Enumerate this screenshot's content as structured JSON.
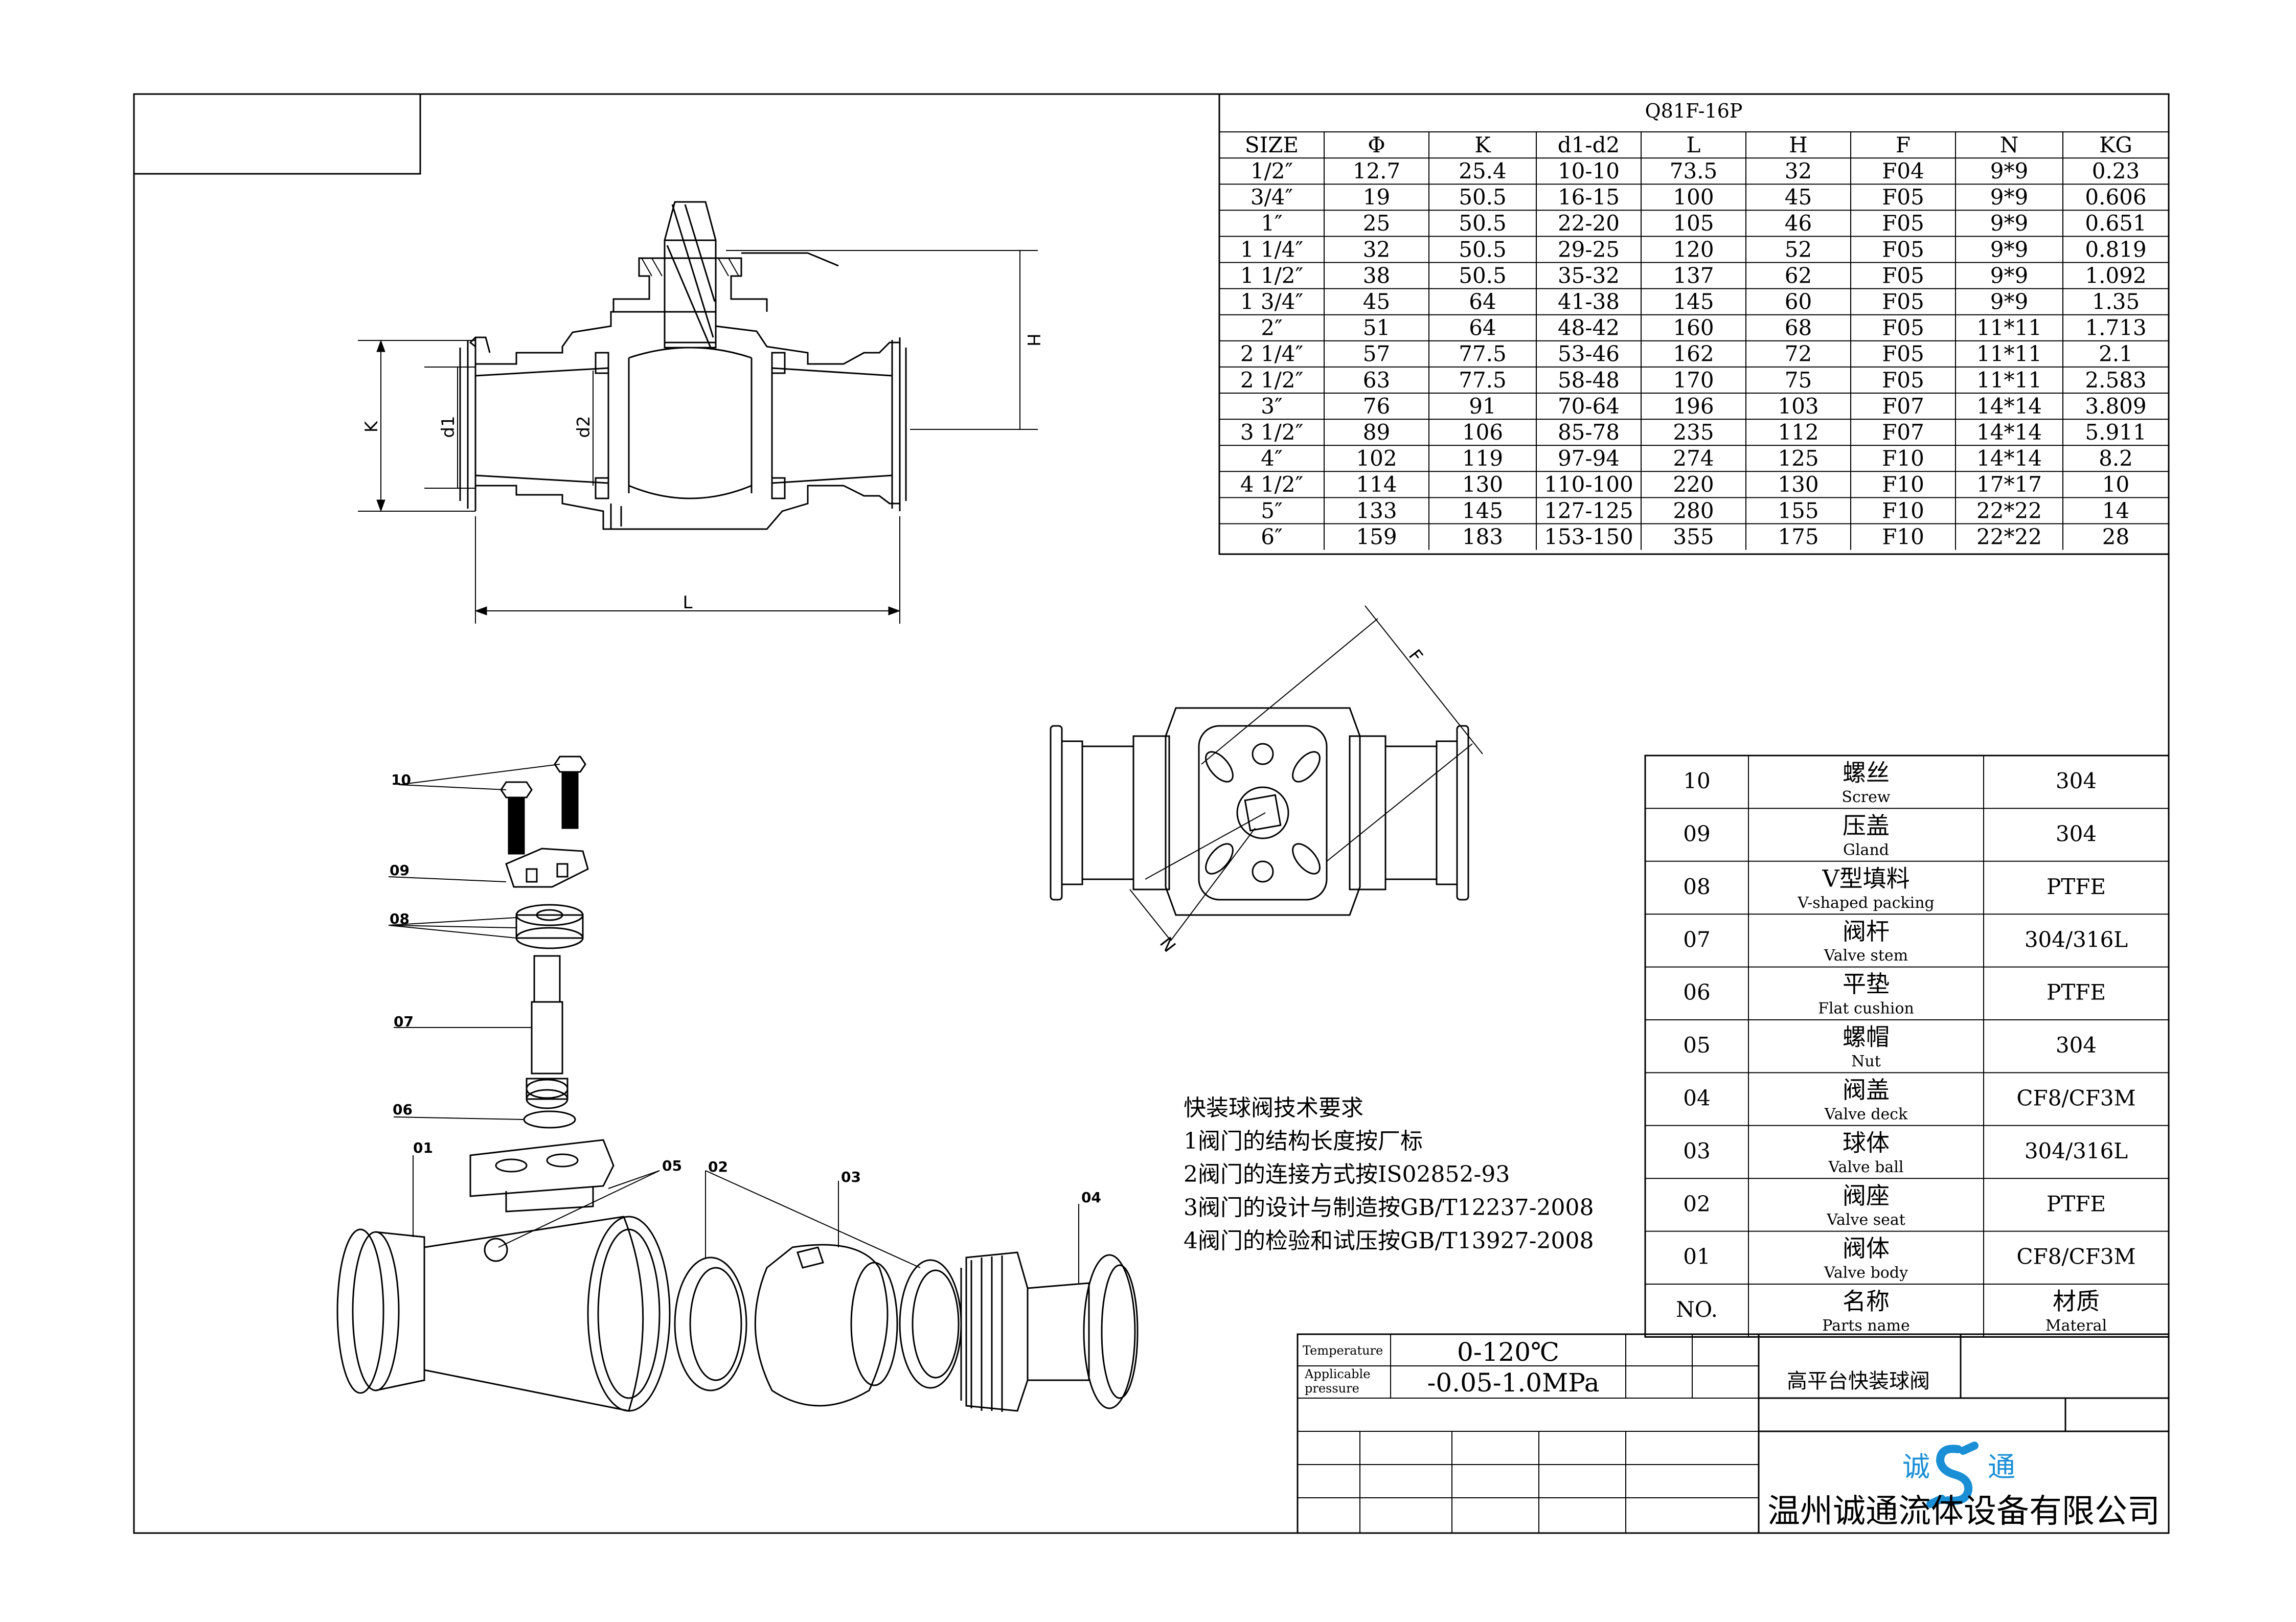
{
  "spec_table": {
    "model": "Q81F-16P",
    "headers": [
      "SIZE",
      "Φ",
      "K",
      "d1-d2",
      "L",
      "H",
      "F",
      "N",
      "KG"
    ],
    "rows": [
      [
        "1/2″",
        "12.7",
        "25.4",
        "10-10",
        "73.5",
        "32",
        "F04",
        "9*9",
        "0.23"
      ],
      [
        "3/4″",
        "19",
        "50.5",
        "16-15",
        "100",
        "45",
        "F05",
        "9*9",
        "0.606"
      ],
      [
        "1″",
        "25",
        "50.5",
        "22-20",
        "105",
        "46",
        "F05",
        "9*9",
        "0.651"
      ],
      [
        "1 1/4″",
        "32",
        "50.5",
        "29-25",
        "120",
        "52",
        "F05",
        "9*9",
        "0.819"
      ],
      [
        "1 1/2″",
        "38",
        "50.5",
        "35-32",
        "137",
        "62",
        "F05",
        "9*9",
        "1.092"
      ],
      [
        "1 3/4″",
        "45",
        "64",
        "41-38",
        "145",
        "60",
        "F05",
        "9*9",
        "1.35"
      ],
      [
        "2″",
        "51",
        "64",
        "48-42",
        "160",
        "68",
        "F05",
        "11*11",
        "1.713"
      ],
      [
        "2 1/4″",
        "57",
        "77.5",
        "53-46",
        "162",
        "72",
        "F05",
        "11*11",
        "2.1"
      ],
      [
        "2 1/2″",
        "63",
        "77.5",
        "58-48",
        "170",
        "75",
        "F05",
        "11*11",
        "2.583"
      ],
      [
        "3″",
        "76",
        "91",
        "70-64",
        "196",
        "103",
        "F07",
        "14*14",
        "3.809"
      ],
      [
        "3 1/2″",
        "89",
        "106",
        "85-78",
        "235",
        "112",
        "F07",
        "14*14",
        "5.911"
      ],
      [
        "4″",
        "102",
        "119",
        "97-94",
        "274",
        "125",
        "F10",
        "14*14",
        "8.2"
      ],
      [
        "4 1/2″",
        "114",
        "130",
        "110-100",
        "220",
        "130",
        "F10",
        "17*17",
        "10"
      ],
      [
        "5″",
        "133",
        "145",
        "127-125",
        "280",
        "155",
        "F10",
        "22*22",
        "14"
      ],
      [
        "6″",
        "159",
        "183",
        "153-150",
        "355",
        "175",
        "F10",
        "22*22",
        "28"
      ]
    ]
  },
  "dimension_labels": {
    "K": "K",
    "d1": "d1",
    "d2": "d2",
    "H": "H",
    "L": "L",
    "F": "F",
    "N": "N"
  },
  "parts": [
    {
      "no": "10",
      "cn": "螺丝",
      "en": "Screw",
      "material": "304"
    },
    {
      "no": "09",
      "cn": "压盖",
      "en": "Gland",
      "material": "304"
    },
    {
      "no": "08",
      "cn": "V型填料",
      "en": "V-shaped packing",
      "material": "PTFE"
    },
    {
      "no": "07",
      "cn": "阀杆",
      "en": "Valve stem",
      "material": "304/316L"
    },
    {
      "no": "06",
      "cn": "平垫",
      "en": "Flat cushion",
      "material": "PTFE"
    },
    {
      "no": "05",
      "cn": "螺帽",
      "en": "Nut",
      "material": "304"
    },
    {
      "no": "04",
      "cn": "阀盖",
      "en": "Valve deck",
      "material": "CF8/CF3M"
    },
    {
      "no": "03",
      "cn": "球体",
      "en": "Valve ball",
      "material": "304/316L"
    },
    {
      "no": "02",
      "cn": "阀座",
      "en": "Valve seat",
      "material": "PTFE"
    },
    {
      "no": "01",
      "cn": "阀体",
      "en": "Valve body",
      "material": "CF8/CF3M"
    }
  ],
  "parts_header": {
    "no": "NO.",
    "cn": "名称",
    "en": "Parts name",
    "mat_cn": "材质",
    "mat_en": "Materal"
  },
  "callouts": [
    "10",
    "09",
    "08",
    "07",
    "06",
    "01",
    "05",
    "02",
    "03",
    "04"
  ],
  "tech_requirements": {
    "title": "快装球阀技术要求",
    "items": [
      "1阀门的结构长度按厂标",
      "2阀门的连接方式按IS02852-93",
      "3阀门的设计与制造按GB/T12237-2008",
      "4阀门的检验和试压按GB/T13927-2008"
    ]
  },
  "title_block": {
    "temperature_label": "Temperature",
    "temperature_value": "0-120℃",
    "pressure_label_1": "Applicable",
    "pressure_label_2": "pressure",
    "pressure_value": "-0.05-1.0MPa",
    "product_name": "高平台快装球阀",
    "logo_left": "诚",
    "logo_right": "通",
    "company": "温州诚通流体设备有限公司"
  },
  "colors": {
    "logo_blue": "#1a8fd6",
    "line": "#000000"
  }
}
